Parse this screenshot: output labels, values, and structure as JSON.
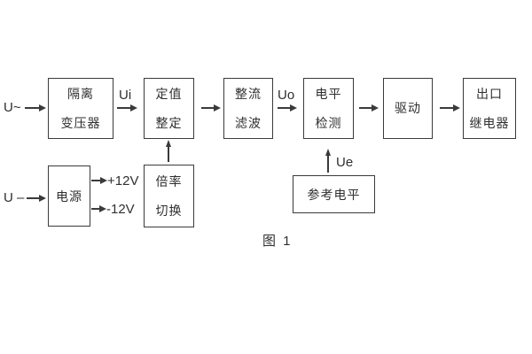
{
  "figure": {
    "caption": "图 1",
    "inputs": {
      "ac_label": "U~",
      "dc_label": "U –"
    },
    "signals": {
      "ui": "Ui",
      "uo": "Uo",
      "ue": "Ue",
      "plus12v": "+12V",
      "minus12v": "-12V"
    },
    "blocks": {
      "isolation_transformer": {
        "line1": "隔离",
        "line2": "变压器"
      },
      "setpoint_adjustment": {
        "line1": "定值",
        "line2": "整定"
      },
      "rectifier_filter": {
        "line1": "整流",
        "line2": "滤波"
      },
      "level_detection": {
        "line1": "电平",
        "line2": "检测"
      },
      "driver": {
        "line1": "驱动"
      },
      "output_relay": {
        "line1": "出口",
        "line2": "继电器"
      },
      "power_supply": {
        "line1": "电源"
      },
      "ratio_switching": {
        "line1": "倍率",
        "line2": "切换"
      },
      "reference_level": {
        "line1": "参考电平"
      }
    },
    "colors": {
      "line": "#3a3a3a",
      "text": "#2f2f2f",
      "background": "#ffffff"
    }
  }
}
